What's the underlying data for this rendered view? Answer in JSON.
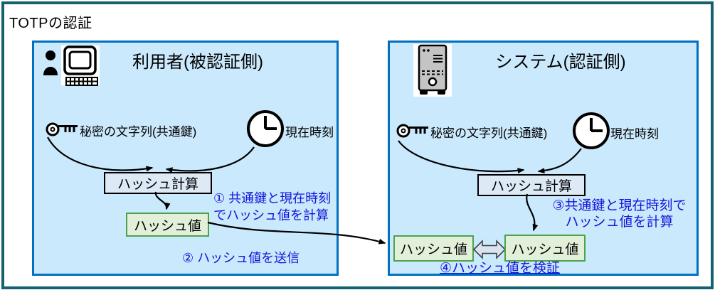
{
  "diagram_title": "TOTPの認証",
  "left_panel": {
    "title": "利用者(被認証側)",
    "secret_key_label": "秘密の文字列(共通鍵)",
    "current_time_label": "現在時刻",
    "hash_calc_label": "ハッシュ計算",
    "hash_value_label": "ハッシュ値",
    "step1_line1": "① 共通鍵と現在時刻",
    "step1_line2": "でハッシュ値を計算",
    "step2_label": "② ハッシュ値を送信"
  },
  "right_panel": {
    "title": "システム(認証側)",
    "secret_key_label": "秘密の文字列(共通鍵)",
    "current_time_label": "現在時刻",
    "hash_calc_label": "ハッシュ計算",
    "hash_value_received_label": "ハッシュ値",
    "hash_value_computed_label": "ハッシュ値",
    "step3_line1": "③共通鍵と現在時刻で",
    "step3_line2": "ハッシュ値を計算",
    "step4_label": "④ハッシュ値を検証"
  },
  "icons": {
    "left_actor": "user-computer-icon",
    "right_actor": "server-icon",
    "secret": "key-icon",
    "time": "clock-icon",
    "compare": "double-arrow-icon"
  },
  "colors": {
    "outer_border": "#14616F",
    "panel_border": "#0070C0",
    "panel_fill": "#CBE9FC",
    "process_box_fill": "#DEE9F6",
    "value_box_fill": "#E2F0DA",
    "value_box_border": "#4EA24E",
    "annotation_text": "#1414DC",
    "arrow": "#000000",
    "compare_arrow_fill": "#DAE3F0"
  }
}
